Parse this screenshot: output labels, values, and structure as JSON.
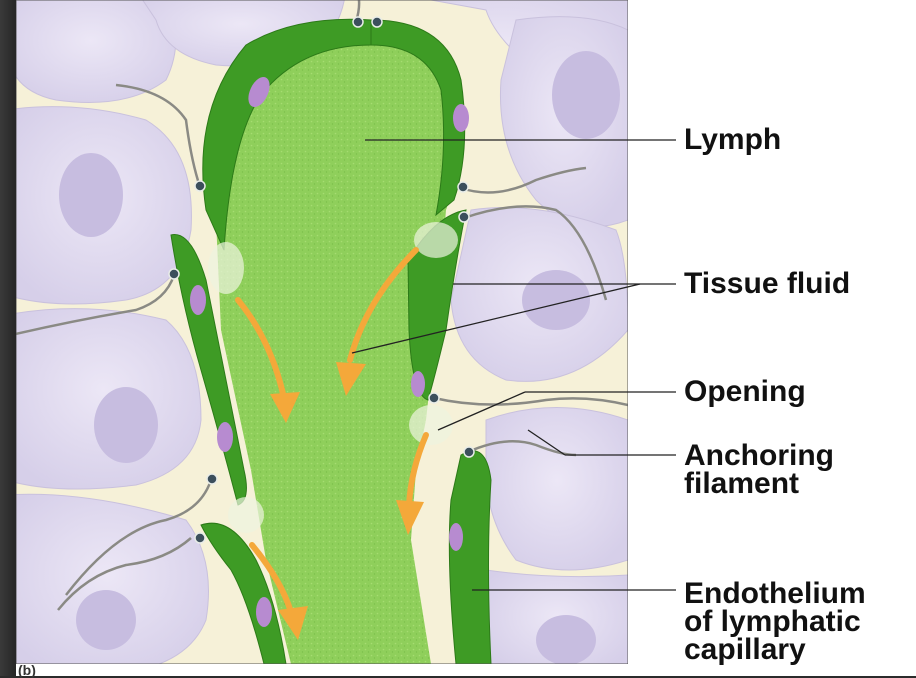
{
  "labels": {
    "lymph": "Lymph",
    "tissue_fluid": "Tissue fluid",
    "opening": "Opening",
    "anchoring_filament": "Anchoring\nfilament",
    "endothelium": "Endothelium\nof lymphatic\ncapillary"
  },
  "panel_letter": "(b)",
  "colors": {
    "cell_fill": "#e4dff0",
    "cell_nucleus": "#c7bde0",
    "interstitial": "#f6f1d8",
    "lymph_fill": "#8fcf5b",
    "endothelium": "#3e9b25",
    "endothelium_nucleus": "#b78bd0",
    "arrow": "#f4a83a",
    "anchor_dot": "#3c4f5c"
  }
}
